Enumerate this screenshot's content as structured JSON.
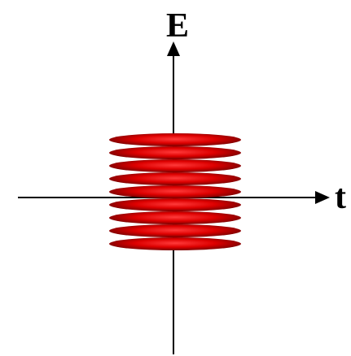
{
  "diagram": {
    "axes": {
      "vertical_label": "E",
      "horizontal_label": "t"
    },
    "stack": {
      "disc_count": 9,
      "colors": {
        "highlight": "#ff3a3a",
        "mid": "#dd0000",
        "shadow": "#7a0000"
      }
    }
  }
}
